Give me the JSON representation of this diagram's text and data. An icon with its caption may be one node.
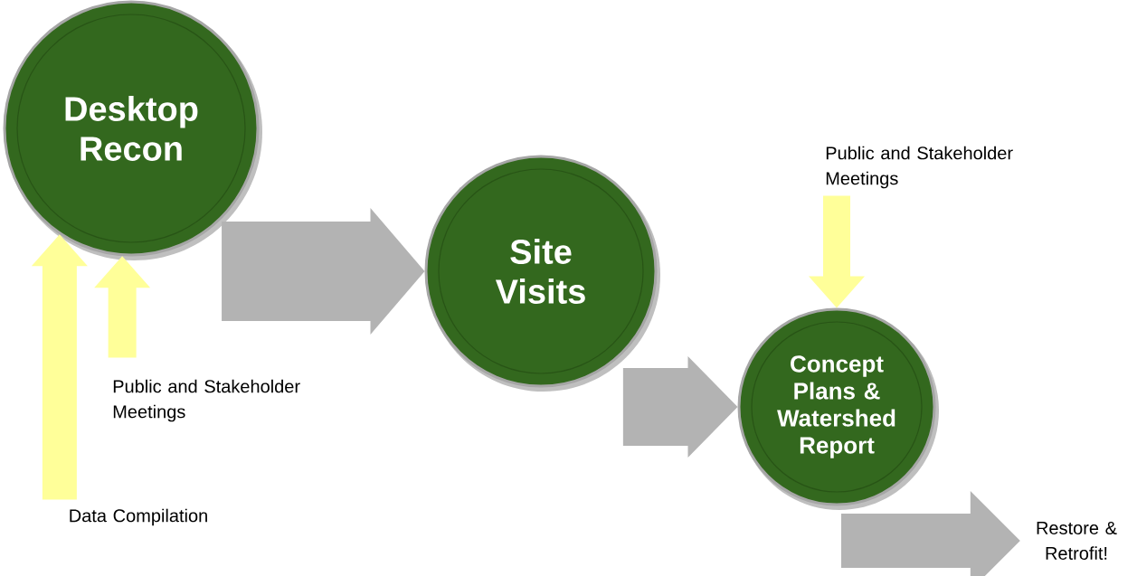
{
  "diagram": {
    "nodes": [
      {
        "text": [
          "Desktop Recon"
        ]
      },
      {
        "text": [
          "Site Visits"
        ]
      },
      {
        "text": [
          "Concept Plans & Watershed Report"
        ]
      },
      {
        "text": [
          "Data Compilation"
        ]
      },
      {
        "text": [
          "Public and Stakeholder Meetings"
        ]
      },
      {
        "text": [
          "Public and Stakeholder Meetings"
        ]
      },
      {
        "text": [
          "Restore & Retrofit!"
        ]
      }
    ],
    "edges": [
      {
        "from": 3,
        "to": 0,
        "arrow": "to",
        "color": "#ffff99"
      },
      {
        "from": 4,
        "to": 0,
        "arrow": "to",
        "color": "#ffff99"
      },
      {
        "from": 0,
        "to": 1,
        "arrow": "to",
        "style": "thick",
        "color": "#b3b3b3"
      },
      {
        "from": 1,
        "to": 2,
        "arrow": "to",
        "style": "thick",
        "color": "#b3b3b3"
      },
      {
        "from": 5,
        "to": 2,
        "arrow": "to",
        "color": "#ffff99"
      },
      {
        "from": 2,
        "to": 6,
        "arrow": "to",
        "style": "thick",
        "color": "#b3b3b3"
      }
    ]
  }
}
